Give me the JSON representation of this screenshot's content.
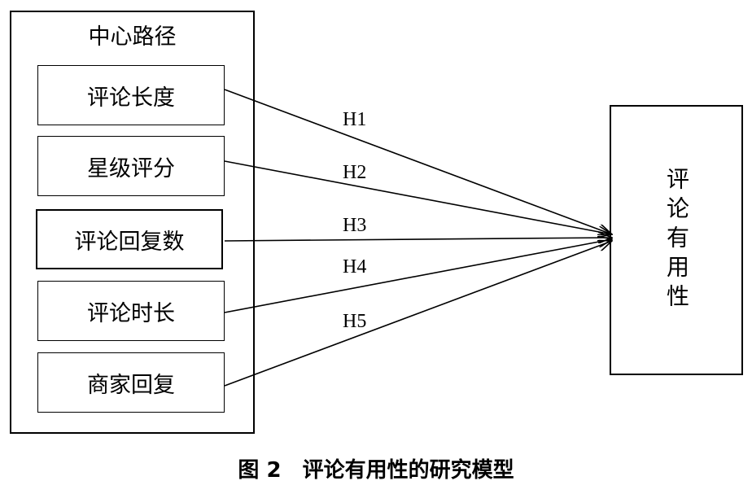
{
  "group": {
    "title": "中心路径",
    "factors": [
      {
        "label": "评论长度",
        "hypothesis": "H1"
      },
      {
        "label": "星级评分",
        "hypothesis": "H2"
      },
      {
        "label": "评论回复数",
        "hypothesis": "H3"
      },
      {
        "label": "评论时长",
        "hypothesis": "H4"
      },
      {
        "label": "商家回复",
        "hypothesis": "H5"
      }
    ]
  },
  "target": {
    "label": "评论有用性"
  },
  "caption": {
    "number": "图 2",
    "text": "评论有用性的研究模型"
  }
}
